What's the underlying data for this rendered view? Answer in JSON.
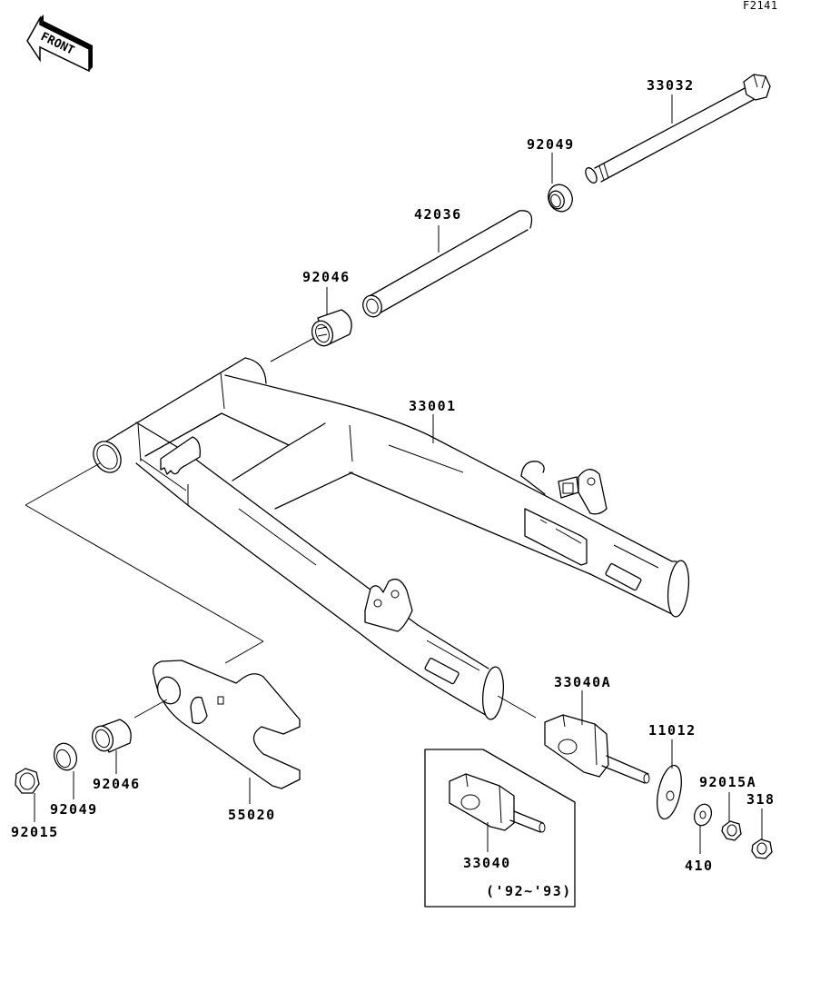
{
  "figure_code": "F2141",
  "front_indicator": {
    "text": "FRONT",
    "icon": "front-arrow-icon"
  },
  "parts": [
    {
      "id": "33032",
      "name": "pivot-shaft"
    },
    {
      "id": "92049",
      "name": "pivot-seal-upper"
    },
    {
      "id": "42036",
      "name": "pivot-sleeve"
    },
    {
      "id": "92046",
      "name": "needle-bearing-upper"
    },
    {
      "id": "33001",
      "name": "swingarm"
    },
    {
      "id": "33040A",
      "name": "chain-adjuster-a"
    },
    {
      "id": "11012",
      "name": "adjuster-plate"
    },
    {
      "id": "92015A",
      "name": "adjuster-nut-a"
    },
    {
      "id": "318",
      "name": "adjuster-nut"
    },
    {
      "id": "410",
      "name": "washer"
    },
    {
      "id": "55020",
      "name": "chain-guide"
    },
    {
      "id": "92046",
      "name": "needle-bearing-lower"
    },
    {
      "id": "92049",
      "name": "pivot-seal-lower"
    },
    {
      "id": "92015",
      "name": "flange-nut"
    },
    {
      "id": "33040",
      "name": "chain-adjuster-variant"
    }
  ],
  "inset": {
    "part": "33040",
    "note": "('92~'93)"
  },
  "labels": {
    "p33032": "33032",
    "p92049_top": "92049",
    "p42036": "42036",
    "p92046_top": "92046",
    "p33001": "33001",
    "p33040A": "33040A",
    "p11012": "11012",
    "p92015A": "92015A",
    "p318": "318",
    "p410": "410",
    "p55020": "55020",
    "p92046_bot": "92046",
    "p92049_bot": "92049",
    "p92015": "92015",
    "p33040": "33040",
    "inset_note": "('92~'93)"
  }
}
